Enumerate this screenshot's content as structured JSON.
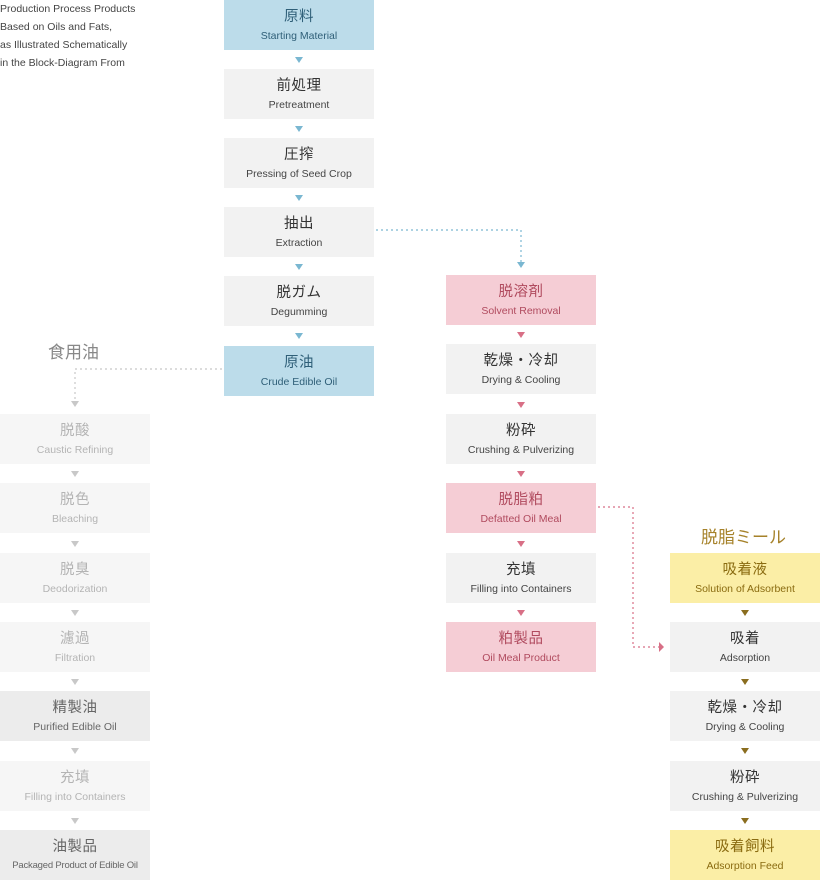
{
  "intro": {
    "lines": [
      "Production Process Products",
      "Based on Oils and Fats,",
      "as Illustrated Schematically",
      "in the Block-Diagram From"
    ]
  },
  "headings": {
    "edible_oil": "食用油",
    "defatted_meal": "脱脂ミール"
  },
  "colors": {
    "blue_box": "#bcdcea",
    "pink_box": "#f5cdd5",
    "yellow_box": "#fbeea6",
    "gray_box": "#f2f2f2",
    "blue_arrow": "#7ab7d1",
    "pink_arrow": "#d86f86",
    "gold_arrow": "#8a6d1f"
  },
  "main_column": [
    {
      "jp": "原料",
      "en": "Starting Material"
    },
    {
      "jp": "前処理",
      "en": "Pretreatment"
    },
    {
      "jp": "圧搾",
      "en": "Pressing of Seed Crop"
    },
    {
      "jp": "抽出",
      "en": "Extraction"
    },
    {
      "jp": "脱ガム",
      "en": "Degumming"
    },
    {
      "jp": "原油",
      "en": "Crude Edible Oil"
    }
  ],
  "edible_column": [
    {
      "jp": "脱酸",
      "en": "Caustic Refining"
    },
    {
      "jp": "脱色",
      "en": "Bleaching"
    },
    {
      "jp": "脱臭",
      "en": "Deodorization"
    },
    {
      "jp": "濾過",
      "en": "Filtration"
    },
    {
      "jp": "精製油",
      "en": "Purified Edible Oil"
    },
    {
      "jp": "充填",
      "en": "Filling into Containers"
    },
    {
      "jp": "油製品",
      "en": "Packaged Product of Edible Oil"
    }
  ],
  "meal_column": [
    {
      "jp": "脱溶剤",
      "en": "Solvent Removal"
    },
    {
      "jp": "乾燥・冷却",
      "en": "Drying & Cooling"
    },
    {
      "jp": "粉砕",
      "en": "Crushing & Pulverizing"
    },
    {
      "jp": "脱脂粕",
      "en": "Defatted Oil Meal"
    },
    {
      "jp": "充填",
      "en": "Filling into Containers"
    },
    {
      "jp": "粕製品",
      "en": "Oil Meal Product"
    }
  ],
  "adsorbent_column": [
    {
      "jp": "吸着液",
      "en": "Solution of Adsorbent"
    },
    {
      "jp": "吸着",
      "en": "Adsorption"
    },
    {
      "jp": "乾燥・冷却",
      "en": "Drying & Cooling"
    },
    {
      "jp": "粉砕",
      "en": "Crushing & Pulverizing"
    },
    {
      "jp": "吸着飼料",
      "en": "Adsorption Feed"
    }
  ]
}
